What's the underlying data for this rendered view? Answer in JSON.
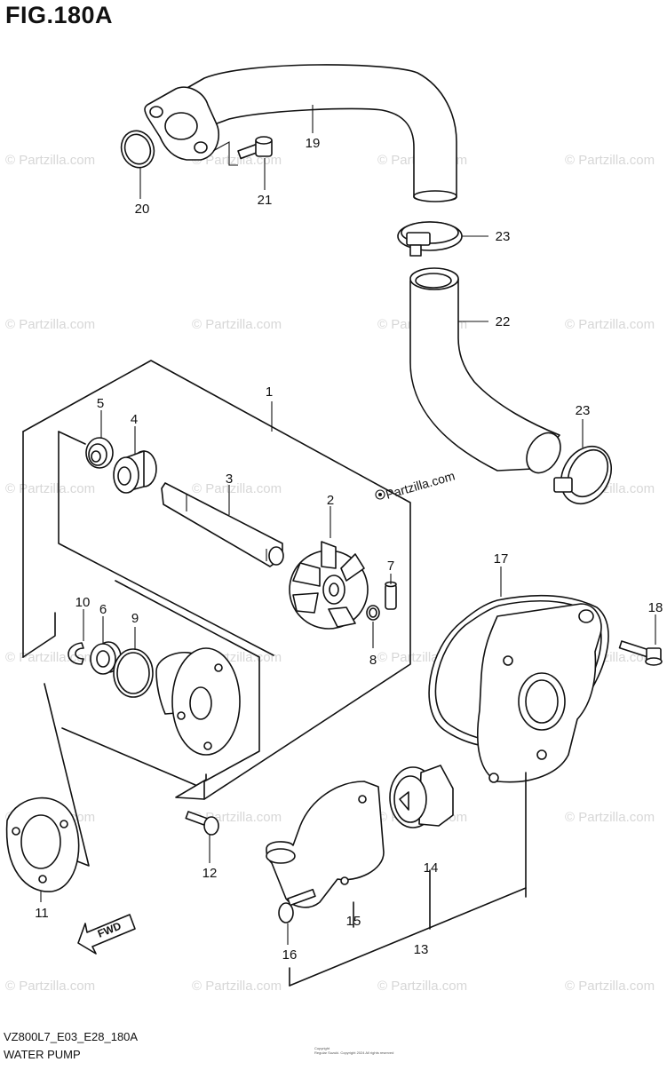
{
  "figure": {
    "title": "FIG.180A",
    "model_code": "VZ800L7_E03_E28_180A",
    "assembly_name": "WATER PUMP",
    "copyright_line1": "Copyright",
    "copyright_line2": "Regular Suzuki. Copyright 2024 All rights reserved"
  },
  "watermark": {
    "text": "© Partzilla.com",
    "inline_text": "Partzilla.com"
  },
  "fwd_label": "FWD",
  "callouts": [
    "1",
    "2",
    "3",
    "4",
    "5",
    "6",
    "7",
    "8",
    "9",
    "10",
    "11",
    "12",
    "13",
    "14",
    "15",
    "16",
    "17",
    "18",
    "19",
    "20",
    "21",
    "22",
    "23",
    "23"
  ]
}
